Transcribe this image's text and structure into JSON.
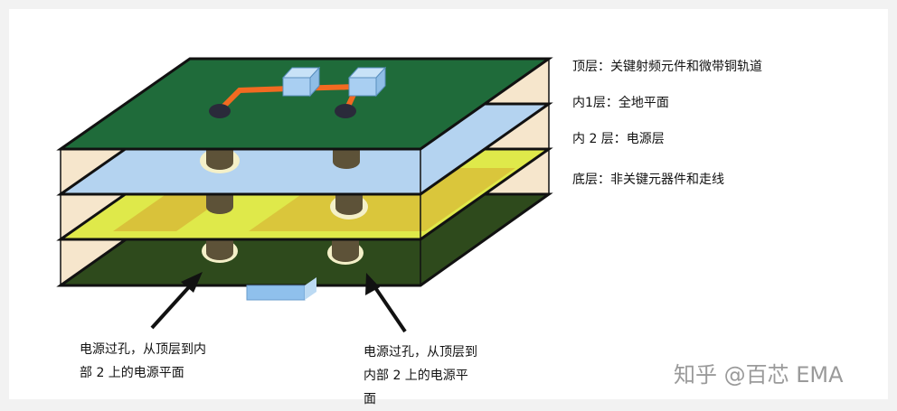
{
  "layer_labels": {
    "top": "顶层：关键射频元件和微带铜轨道",
    "inner1": "内1层：全地平面",
    "inner2": "内 2 层：电源层",
    "bottom": "底层：非关键元器件和走线"
  },
  "callouts": {
    "left": [
      "电源过孔，从顶层到内",
      "部 2 上的电源平面"
    ],
    "right": [
      "电源过孔，从顶层到",
      "内部 2 上的电源平",
      "面"
    ]
  },
  "watermark": "知乎 @百芯 EMA",
  "colors": {
    "top_layer": "#1f6b3a",
    "ground_plane": "#b4d3f0",
    "power_plane": "#dfe94a",
    "power_region": "#d9c23a",
    "bottom_layer": "#2e4a1c",
    "dielectric": "#f6e6cc",
    "trace": "#f26a21"
  }
}
